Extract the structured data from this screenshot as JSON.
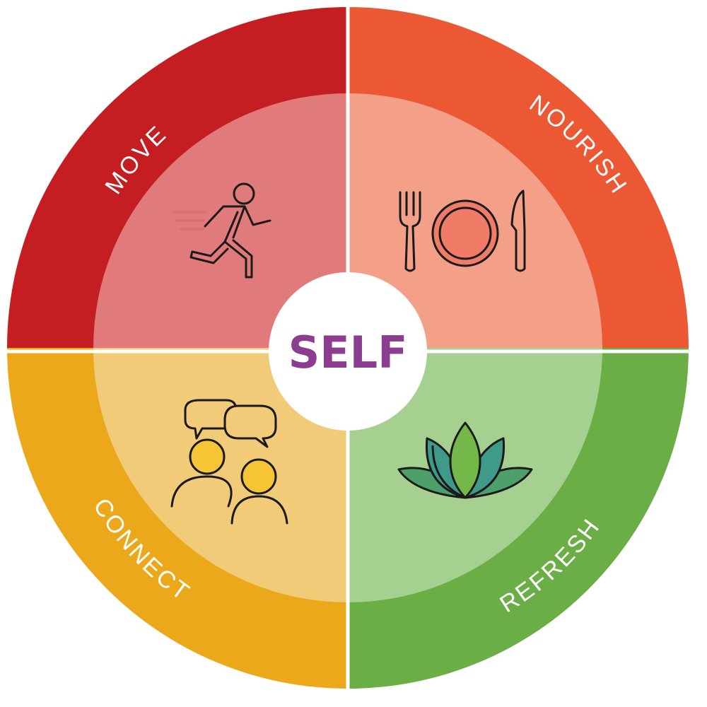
{
  "center": {
    "label": "SELF",
    "color": "#8b3e90"
  },
  "segments": [
    {
      "id": "move",
      "label": "MOVE",
      "icon": "running-person-icon",
      "outer_color": "#c41d22",
      "inner_color": "#e07a7b"
    },
    {
      "id": "nourish",
      "label": "NOURISH",
      "icon": "plate-fork-knife-icon",
      "outer_color": "#ec5834",
      "inner_color": "#f49f88"
    },
    {
      "id": "refresh",
      "label": "REFRESH",
      "icon": "lotus-icon",
      "outer_color": "#6aae45",
      "inner_color": "#a6d090"
    },
    {
      "id": "connect",
      "label": "CONNECT",
      "icon": "people-chat-icon",
      "outer_color": "#eba81b",
      "inner_color": "#f2cb79"
    }
  ]
}
